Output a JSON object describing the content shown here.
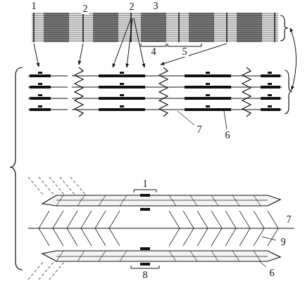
{
  "diagram": {
    "labels": [
      "1",
      "2",
      "2",
      "3",
      "4",
      "5",
      "7",
      "6",
      "1",
      "7",
      "9",
      "6",
      "8"
    ]
  }
}
